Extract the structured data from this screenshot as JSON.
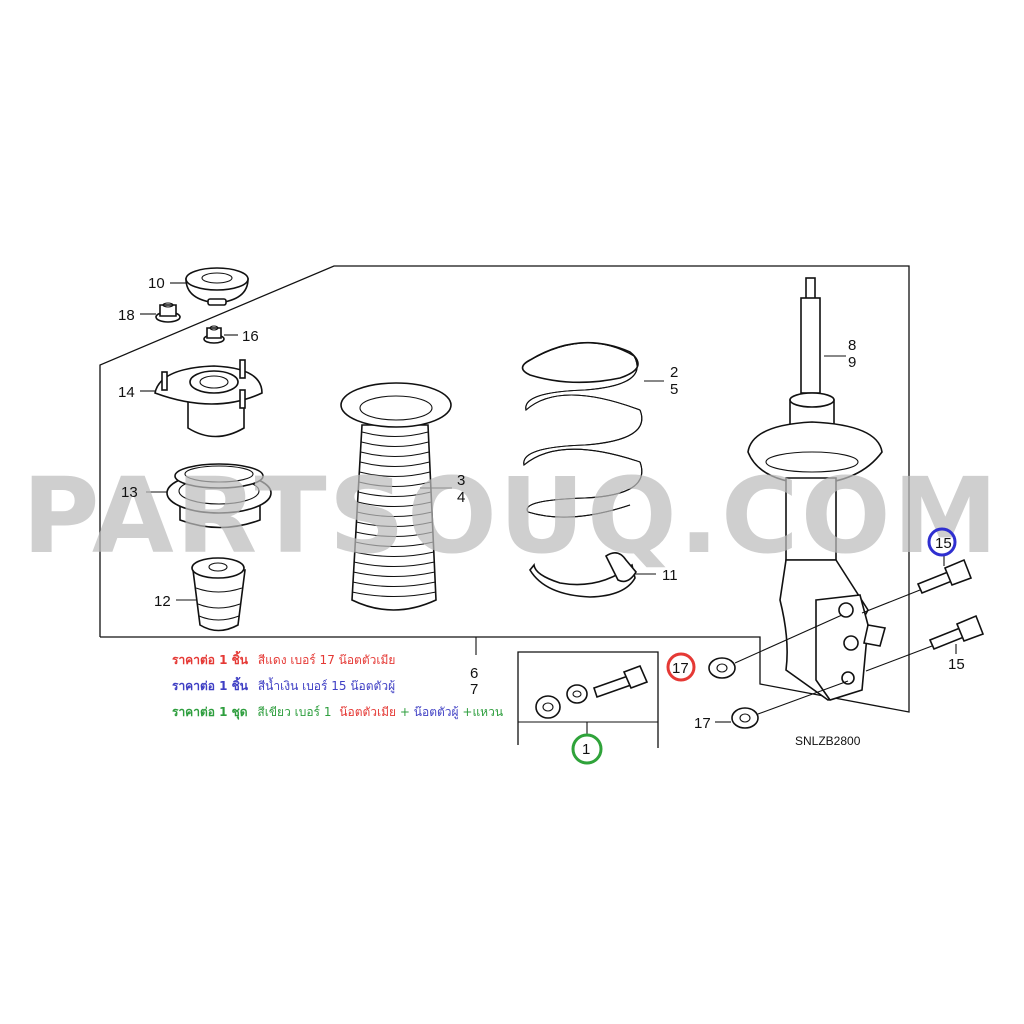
{
  "watermark": "PARTSOUQ.COM",
  "diagram_code": "SNLZB2800",
  "callouts": {
    "c1": "1",
    "c2": "2",
    "c3": "3",
    "c4": "4",
    "c5": "5",
    "c6": "6",
    "c7": "7",
    "c8": "8",
    "c9": "9",
    "c10": "10",
    "c11": "11",
    "c12": "12",
    "c13": "13",
    "c14": "14",
    "c15a": "15",
    "c15b": "15",
    "c16": "16",
    "c17a": "17",
    "c17b": "17",
    "c18": "18"
  },
  "notes": {
    "line1": {
      "prefix": "ราคาต่อ 1 ชิ้น",
      "text": "สีแดง เบอร์ 17 น๊อตตัวเมีย",
      "color": "#e53935"
    },
    "line2": {
      "prefix": "ราคาต่อ 1 ชิ้น",
      "text": "สีน้ำเงิน เบอร์ 15 น๊อตตัวผู้",
      "color": "#3f3fc4"
    },
    "line3": {
      "prefix": "ราคาต่อ 1 ชุด",
      "p1": "สีเขียว เบอร์ 1",
      "p2": "น๊อตตัวเมีย",
      "p3": "+",
      "p4": "น๊อตตัวผู้",
      "p5": "+แหวน",
      "color_green": "#2e9e3e",
      "color_red": "#e53935",
      "color_blue": "#3f3fc4"
    }
  },
  "highlight_colors": {
    "red": "#e53935",
    "blue": "#2f2fd0",
    "green": "#2fa33a"
  }
}
